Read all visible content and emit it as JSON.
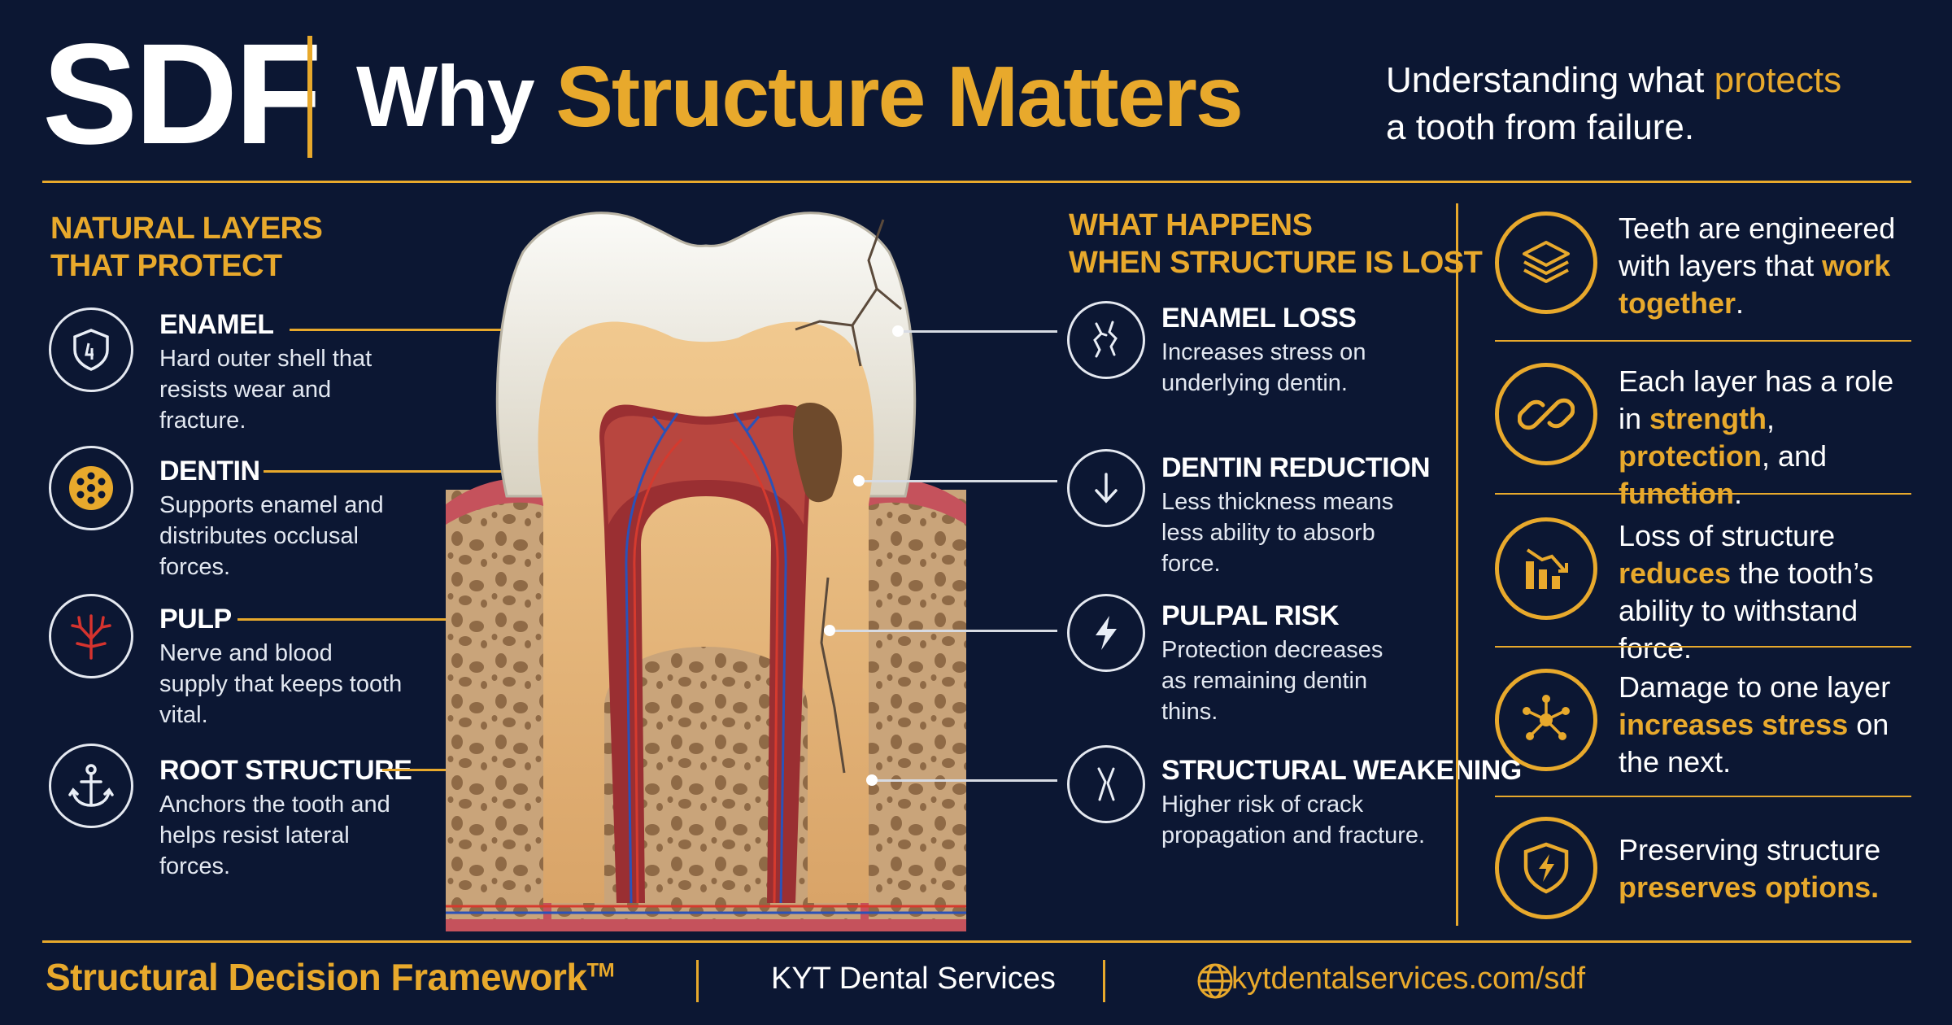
{
  "header": {
    "brand": "SDF",
    "title_part1": "Why",
    "title_part2": "Structure Matters",
    "subtitle_part1": "Understanding what",
    "subtitle_highlight": "protects",
    "subtitle_part2": "a tooth from failure."
  },
  "left": {
    "heading_line1": "NATURAL LAYERS",
    "heading_line2": "THAT PROTECT",
    "items": [
      {
        "title": "ENAMEL",
        "desc": "Hard outer shell that resists wear and fracture.",
        "icon": "shield-icon"
      },
      {
        "title": "DENTIN",
        "desc": "Supports enamel and distributes occlusal forces.",
        "icon": "dentin-tubules-icon"
      },
      {
        "title": "PULP",
        "desc": "Nerve and blood supply that keeps tooth vital.",
        "icon": "nerve-icon"
      },
      {
        "title": "ROOT STRUCTURE",
        "desc": "Anchors the tooth and helps resist lateral forces.",
        "icon": "anchor-icon"
      }
    ]
  },
  "middle": {
    "heading_line1": "WHAT HAPPENS",
    "heading_line2": "WHEN STRUCTURE IS LOST",
    "items": [
      {
        "title": "ENAMEL LOSS",
        "desc": "Increases stress on underlying dentin.",
        "icon": "crack-icon"
      },
      {
        "title": "DENTIN REDUCTION",
        "desc": "Less thickness means less ability to absorb force.",
        "icon": "arrow-down-icon"
      },
      {
        "title": "PULPAL RISK",
        "desc": "Protection decreases as remaining dentin thins.",
        "icon": "lightning-icon"
      },
      {
        "title": "STRUCTURAL WEAKENING",
        "desc": "Higher risk of crack propagation and fracture.",
        "icon": "fracture-icon"
      }
    ]
  },
  "right": {
    "items": [
      {
        "icon": "layers-icon",
        "t1": "Teeth are engineered with layers that ",
        "h1": "work together",
        "t2": "."
      },
      {
        "icon": "chain-link-icon",
        "t1": "Each layer has a role in ",
        "h1": "strength",
        "t2": ", ",
        "h2": "protection",
        "t3": ", and ",
        "h3": "function",
        "t4": "."
      },
      {
        "icon": "declining-bars-icon",
        "t1": "Loss of structure ",
        "h1": "reduces",
        "t2": " the tooth’s ability to withstand force."
      },
      {
        "icon": "network-icon",
        "t1": "Damage to one layer ",
        "h1": "increases stress",
        "t2": " on the next."
      },
      {
        "icon": "protected-shield-icon",
        "t1": "Preserving structure ",
        "h1": "preserves options."
      }
    ]
  },
  "footer": {
    "framework": "Structural Decision Framework",
    "trademark": "TM",
    "company": "KYT Dental Services",
    "url": "kytdentalservices.com/sdf"
  },
  "colors": {
    "background": "#0c1733",
    "accent": "#e8a92c",
    "text": "#ffffff"
  }
}
